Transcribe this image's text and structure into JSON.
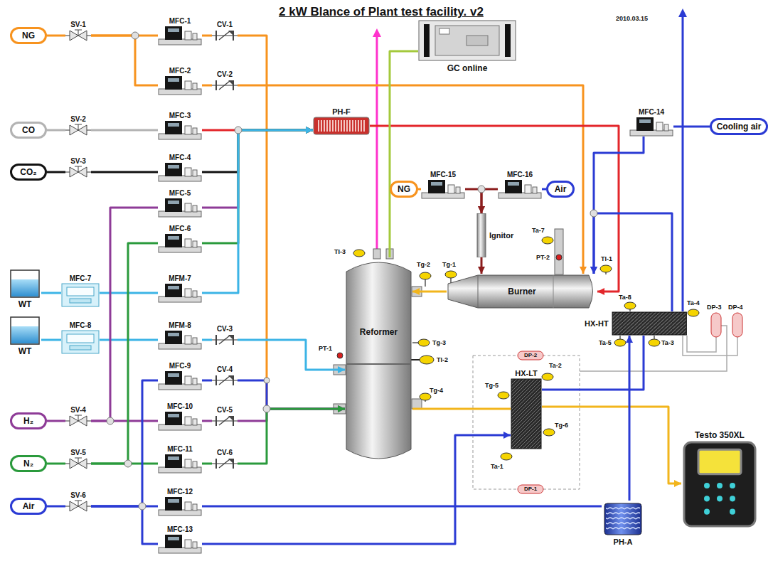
{
  "diagram": {
    "title": "2 kW Blance of Plant test facility. v2",
    "nodes": [
      {
        "text": [
          "NG"
        ]
      },
      {
        "text": [
          "SV-1"
        ]
      },
      {
        "text": [
          "MFC-1"
        ]
      },
      {
        "text": [
          "CV-1"
        ]
      },
      {
        "text": [
          "MFC-2"
        ]
      },
      {
        "text": [
          "CV-2"
        ]
      },
      {
        "text": [
          "CO"
        ]
      },
      {
        "text": [
          "SV-2"
        ]
      },
      {
        "text": [
          "MFC-3"
        ]
      },
      {
        "text": [
          "CO₂"
        ]
      },
      {
        "text": [
          "SV-3"
        ]
      },
      {
        "text": [
          "MFC-4"
        ]
      },
      {
        "text": [
          "MFC-5"
        ]
      },
      {
        "text": [
          "MFC-6"
        ]
      },
      {
        "text": [
          "WT"
        ]
      },
      {
        "text": [
          "MFC-7"
        ]
      },
      {
        "text": [
          "MFM-7"
        ]
      },
      {
        "text": [
          "WT"
        ]
      },
      {
        "text": [
          "MFC-8"
        ]
      },
      {
        "text": [
          "MFM-8"
        ]
      },
      {
        "text": [
          "CV-3"
        ]
      },
      {
        "text": [
          "MFC-9"
        ]
      },
      {
        "text": [
          "CV-4"
        ]
      },
      {
        "text": [
          "H₂"
        ]
      },
      {
        "text": [
          "SV-4"
        ]
      },
      {
        "text": [
          "MFC-10"
        ]
      },
      {
        "text": [
          "CV-5"
        ]
      },
      {
        "text": [
          "N₂"
        ]
      },
      {
        "text": [
          "SV-5"
        ]
      },
      {
        "text": [
          "MFC-11"
        ]
      },
      {
        "text": [
          "CV-6"
        ]
      },
      {
        "text": [
          "Air"
        ]
      },
      {
        "text": [
          "SV-6"
        ]
      },
      {
        "text": [
          "MFC-12"
        ]
      },
      {
        "text": [
          "MFC-13"
        ]
      },
      {
        "text": [
          "PH-F"
        ]
      },
      {
        "text": [
          "GC online"
        ]
      },
      {
        "text": [
          "Reformer"
        ]
      },
      {
        "text": [
          "NG"
        ]
      },
      {
        "text": [
          "MFC-15"
        ]
      },
      {
        "text": [
          "Air"
        ]
      },
      {
        "text": [
          "MFC-16"
        ]
      },
      {
        "text": [
          "Ignitor"
        ]
      },
      {
        "text": [
          "Burner"
        ]
      },
      {
        "text": [
          "MFC-14"
        ]
      },
      {
        "text": [
          "Cooling air"
        ]
      },
      {
        "text": [
          "HX-HT"
        ]
      },
      {
        "text": [
          "HX-LT"
        ]
      },
      {
        "text": [
          "Testo 350XL"
        ]
      },
      {
        "text": [
          "PH-A"
        ]
      }
    ],
    "edges": [
      {
        "from": 0,
        "to": 1,
        "arrow": "none"
      },
      {
        "from": 1,
        "to": 2,
        "arrow": "none"
      },
      {
        "from": 1,
        "to": 4,
        "arrow": "none"
      },
      {
        "from": 2,
        "to": 3,
        "arrow": "none"
      },
      {
        "from": 3,
        "to": 37,
        "arrow": "to"
      },
      {
        "from": 4,
        "to": 5,
        "arrow": "none"
      },
      {
        "from": 5,
        "to": 43,
        "arrow": "to"
      },
      {
        "from": 6,
        "to": 7,
        "arrow": "none"
      },
      {
        "from": 7,
        "to": 8,
        "arrow": "none"
      },
      {
        "from": 8,
        "to": 35,
        "arrow": "to"
      },
      {
        "from": 9,
        "to": 10,
        "arrow": "none"
      },
      {
        "from": 10,
        "to": 11,
        "arrow": "none"
      },
      {
        "from": 11,
        "to": 35,
        "arrow": "to"
      },
      {
        "from": 12,
        "to": 35,
        "arrow": "to"
      },
      {
        "from": 13,
        "to": 35,
        "arrow": "to"
      },
      {
        "from": 14,
        "to": 15,
        "arrow": "none"
      },
      {
        "from": 15,
        "to": 16,
        "arrow": "none"
      },
      {
        "from": 16,
        "to": 35,
        "arrow": "to"
      },
      {
        "from": 17,
        "to": 18,
        "arrow": "none"
      },
      {
        "from": 18,
        "to": 19,
        "arrow": "none"
      },
      {
        "from": 19,
        "to": 20,
        "arrow": "none"
      },
      {
        "from": 20,
        "to": 37,
        "arrow": "to"
      },
      {
        "from": 21,
        "to": 22,
        "arrow": "none"
      },
      {
        "from": 22,
        "to": 37,
        "arrow": "to"
      },
      {
        "from": 23,
        "to": 24,
        "arrow": "none"
      },
      {
        "from": 24,
        "to": 25,
        "arrow": "none"
      },
      {
        "from": 24,
        "to": 12,
        "arrow": "none"
      },
      {
        "from": 25,
        "to": 26,
        "arrow": "none"
      },
      {
        "from": 26,
        "to": 37,
        "arrow": "to"
      },
      {
        "from": 27,
        "to": 28,
        "arrow": "none"
      },
      {
        "from": 28,
        "to": 29,
        "arrow": "none"
      },
      {
        "from": 28,
        "to": 13,
        "arrow": "none"
      },
      {
        "from": 29,
        "to": 30,
        "arrow": "none"
      },
      {
        "from": 30,
        "to": 37,
        "arrow": "to"
      },
      {
        "from": 31,
        "to": 32,
        "arrow": "none"
      },
      {
        "from": 32,
        "to": 33,
        "arrow": "none"
      },
      {
        "from": 32,
        "to": 21,
        "arrow": "none"
      },
      {
        "from": 32,
        "to": 34,
        "arrow": "none"
      },
      {
        "from": 33,
        "to": 49,
        "arrow": "none"
      },
      {
        "from": 34,
        "to": 47,
        "arrow": "to"
      },
      {
        "from": 35,
        "to": 43,
        "arrow": "to"
      },
      {
        "from": 37,
        "to": 36,
        "arrow": "none"
      },
      {
        "from": 43,
        "to": 37,
        "arrow": "to"
      },
      {
        "from": 37,
        "to": 47,
        "arrow": "none"
      },
      {
        "from": 47,
        "to": 48,
        "arrow": "to"
      },
      {
        "from": 47,
        "to": 46,
        "arrow": "none"
      },
      {
        "from": 49,
        "to": 46,
        "arrow": "to"
      },
      {
        "from": 46,
        "to": 43,
        "arrow": "to"
      },
      {
        "from": 45,
        "to": 44,
        "arrow": "none"
      },
      {
        "from": 44,
        "to": 43,
        "arrow": "to"
      },
      {
        "from": 38,
        "to": 39,
        "arrow": "none"
      },
      {
        "from": 40,
        "to": 41,
        "arrow": "none"
      },
      {
        "from": 39,
        "to": 42,
        "arrow": "to"
      },
      {
        "from": 41,
        "to": 42,
        "arrow": "to"
      },
      {
        "from": 42,
        "to": 43,
        "arrow": "to"
      }
    ],
    "labels": [
      "2010.03.15",
      "TI-3",
      "Tg-2",
      "Tg-1",
      "Tg-3",
      "TI-2",
      "PT-1",
      "Tg-4",
      "Ta-7",
      "PT-2",
      "TI-1",
      "Ta-8",
      "Ta-4",
      "Ta-5",
      "Ta-3",
      "DP-3",
      "DP-4",
      "Ta-2",
      "Tg-5",
      "Tg-6",
      "Ta-1",
      "DP-2",
      "DP-1"
    ]
  }
}
